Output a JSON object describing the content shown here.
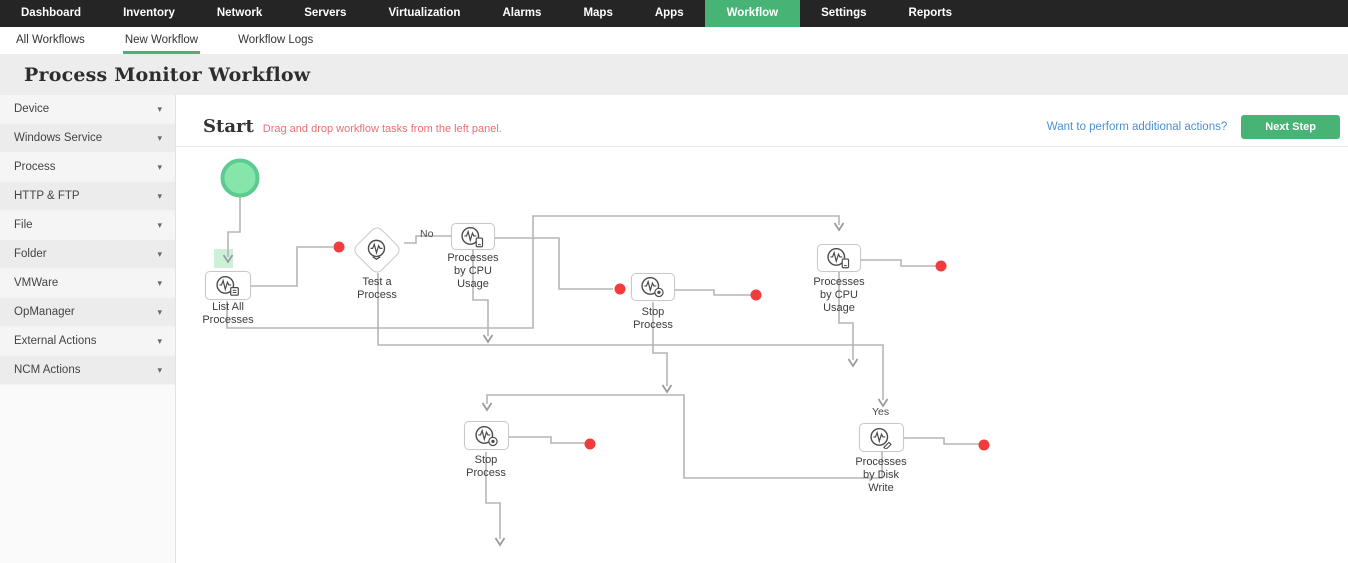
{
  "nav": {
    "items": [
      "Dashboard",
      "Inventory",
      "Network",
      "Servers",
      "Virtualization",
      "Alarms",
      "Maps",
      "Apps",
      "Workflow",
      "Settings",
      "Reports"
    ],
    "active_item": "Workflow"
  },
  "subnav": {
    "items": [
      "All Workflows",
      "New Workflow",
      "Workflow Logs"
    ],
    "active_item": "New Workflow"
  },
  "page_title": "Process Monitor Workflow",
  "sidebar": {
    "items": [
      "Device",
      "Windows Service",
      "Process",
      "HTTP & FTP",
      "File",
      "Folder",
      "VMWare",
      "OpManager",
      "External Actions",
      "NCM Actions"
    ]
  },
  "toolbar": {
    "start_label": "Start",
    "hint": "Drag and drop workflow tasks from the left panel.",
    "actions_link": "Want to perform additional actions?",
    "next_step_button": "Next Step"
  },
  "workflow": {
    "nodes": [
      {
        "id": "start",
        "type": "start-circle",
        "label": ""
      },
      {
        "id": "list-all-processes",
        "type": "task",
        "label": "List All Processes"
      },
      {
        "id": "test-a-process",
        "type": "decision",
        "label": "Test a Process"
      },
      {
        "id": "processes-by-cpu-usage-1",
        "type": "task",
        "label": "Processes by CPU Usage"
      },
      {
        "id": "stop-process-1",
        "type": "task",
        "label": "Stop Process"
      },
      {
        "id": "processes-by-cpu-usage-2",
        "type": "task",
        "label": "Processes by CPU Usage"
      },
      {
        "id": "stop-process-2",
        "type": "task",
        "label": "Stop Process"
      },
      {
        "id": "processes-by-disk-write",
        "type": "task",
        "label": "Processes by Disk Write"
      }
    ],
    "edge_labels": [
      {
        "text": "No"
      },
      {
        "text": "Yes"
      }
    ]
  },
  "colors": {
    "nav_bg": "#252525",
    "accent_green": "#47b375",
    "start_fill": "#86e5a9",
    "start_stroke": "#5dcb90",
    "red_endpoint": "#f23c3c",
    "hint_red": "#ee6e73",
    "link_blue": "#4a90d2"
  }
}
